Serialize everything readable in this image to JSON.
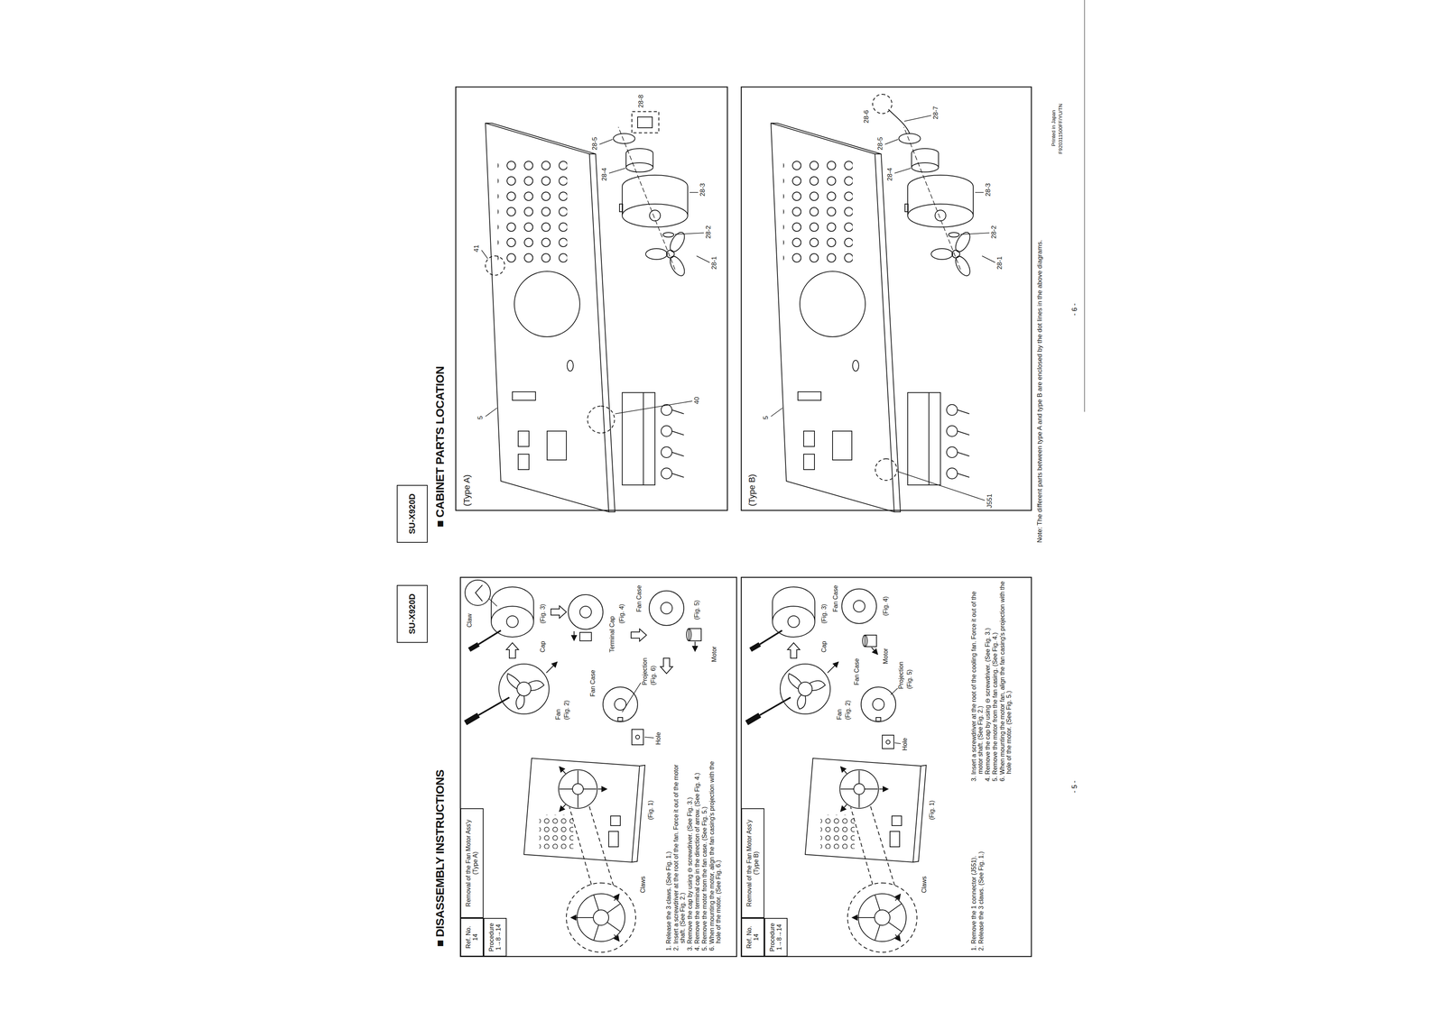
{
  "diagram": {
    "nodes": [
      {
        "text": [
          "SU-X920D"
        ]
      },
      {
        "text": [
          "SU-X920D"
        ]
      },
      {
        "text": [
          "Ref. No. 14"
        ]
      },
      {
        "text": [
          "Removal of the Fan Motor Ass'y (Type A)"
        ]
      },
      {
        "text": [
          "Procedure 1→8→14"
        ]
      },
      {
        "text": [
          "Ref. No. 14"
        ]
      },
      {
        "text": [
          "Removal of the Fan Motor Ass'y (Type B)"
        ]
      },
      {
        "text": [
          "Procedure 1→8→14"
        ]
      }
    ],
    "labels": [
      "■ DISASSEMBLY INSTRUCTIONS",
      "■ CABINET PARTS LOCATION",
      "Claws",
      "(Fig. 1)",
      "Fan",
      "(Fig. 2)",
      "Claw",
      "Cap",
      "(Fig. 3)",
      "Terminal Cap",
      "(Fig. 4)",
      "Hole",
      "Fan Case",
      "Projection",
      "(Fig. 6)",
      "Motor",
      "Fan Case",
      "(Fig. 5)",
      "1. Release the 3 claws. (See Fig. 1.)",
      "2. Insert a screwdriver at the root of the fan. Force it out of the motor shaft. (See Fig. 2.)",
      "3. Remove the cap by using ⊖ screwdriver. (See Fig. 3.)",
      "4. Remove the terminal cap in the direction of arrow. (See Fig. 4.)",
      "5. Remove the motor from the fan case. (See Fig. 5.)",
      "6. When mounting the motor, align the fan casing's projection with the hole of the motor. (See Fig. 6.)",
      "Claws",
      "(Fig. 1)",
      "Fan",
      "(Fig. 2)",
      "Cap",
      "(Fig. 3)",
      "Fan Case",
      "Motor",
      "(Fig. 4)",
      "Hole",
      "Fan Case",
      "Projection",
      "(Fig. 5)",
      "1. Remove the 1 connector (J551).",
      "2. Release the 3 claws. (See Fig. 1.)",
      "3. Insert a screwdriver at the root of the cooling fan. Force it out of the motor shaft. (See Fig. 2.)",
      "4. Remove the cap by using ⊖ screwdriver. (See Fig. 3.)",
      "5. Remove the motor from the fan casing. (See Fig. 4.)",
      "6. When mounting the motor fan, align the fan casing's projection with the hole of the motor. (See Fig. 5.)",
      "(Type A)",
      "5",
      "41",
      "40",
      "28-1",
      "28-2",
      "28-3",
      "28-4",
      "28-5",
      "28-8",
      "(Type B)",
      "5",
      "J551",
      "28-1",
      "28-2",
      "28-3",
      "28-4",
      "28-5",
      "28-6",
      "28-7",
      "Note: The different parts between type A and type B are enclosed by the dot lines in the above diagrams.",
      "- 5 -",
      "- 6 -",
      "Printed in Japan",
      "F920311500FF/YU/TN"
    ]
  }
}
